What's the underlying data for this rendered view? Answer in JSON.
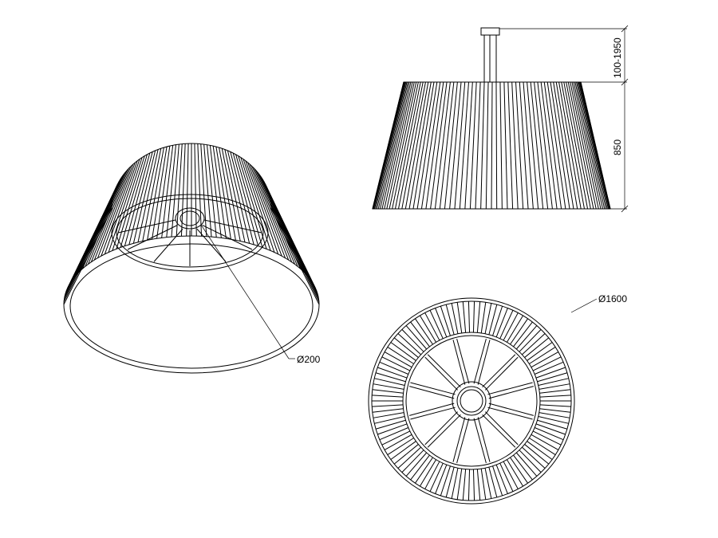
{
  "labels": {
    "hub_diameter": "Ø200",
    "shade_diameter": "Ø1600",
    "suspension_length": "100-1950",
    "shade_height": "850"
  },
  "colors": {
    "line": "#000000",
    "background": "#ffffff"
  }
}
